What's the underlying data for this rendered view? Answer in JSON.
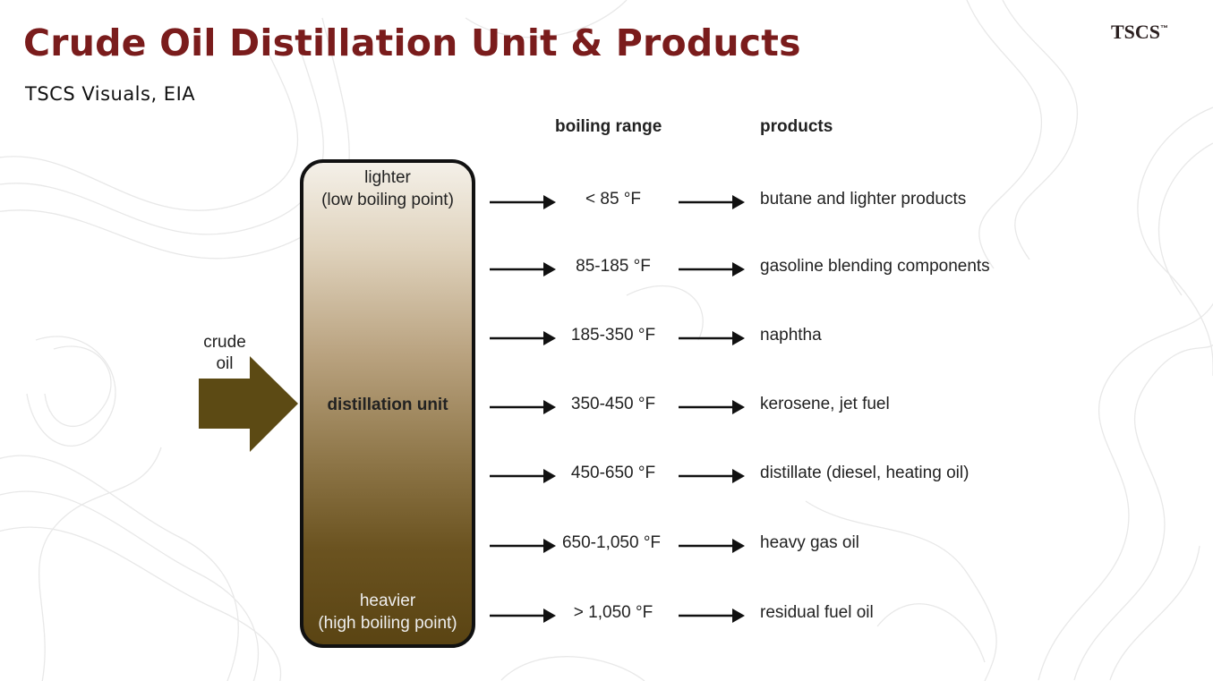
{
  "header": {
    "title": "Crude Oil Distillation Unit & Products",
    "subtitle": "TSCS Visuals, EIA",
    "logo": "TSCS",
    "logo_mark": "™"
  },
  "columns": {
    "boiling_range": "boiling range",
    "products": "products"
  },
  "tower": {
    "top_label_1": "lighter",
    "top_label_2": "(low boiling point)",
    "center_label": "distillation unit",
    "bottom_label_1": "heavier",
    "bottom_label_2": "(high boiling point)"
  },
  "input": {
    "label_1": "crude",
    "label_2": "oil"
  },
  "fractions": [
    {
      "range": "< 85 °F",
      "product": "butane and lighter products"
    },
    {
      "range": "85-185  °F",
      "product": "gasoline blending components"
    },
    {
      "range": "185-350  °F",
      "product": "naphtha"
    },
    {
      "range": "350-450  °F",
      "product": "kerosene, jet fuel"
    },
    {
      "range": "450-650  °F",
      "product": "distillate (diesel, heating oil)"
    },
    {
      "range": "650-1,050  °F",
      "product": "heavy gas oil"
    },
    {
      "range": "> 1,050 °F",
      "product": "residual fuel oil"
    }
  ],
  "colors": {
    "title": "#7a1c1c",
    "tower_dark": "#5a4413",
    "input_arrow": "#5c4a14",
    "contour": "#e6e6e6"
  }
}
